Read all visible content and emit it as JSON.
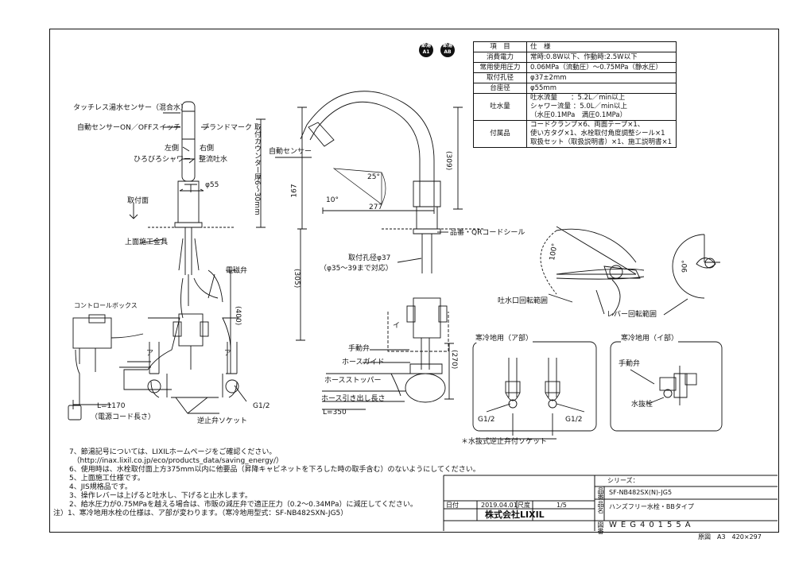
{
  "badges": {
    "a1": "節湯\nA1",
    "ab": "節湯\nAB"
  },
  "spec_table": {
    "header": {
      "item": "項　目",
      "spec": "仕　様"
    },
    "rows": [
      {
        "item": "消費電力",
        "spec": [
          "常時:0.8W以下、作動時:2.5W以下"
        ]
      },
      {
        "item": "常用使用圧力",
        "spec": [
          "0.06MPa（流動圧）～0.75MPa（静水圧）"
        ]
      },
      {
        "item": "取付孔径",
        "spec": [
          "φ37±2mm"
        ]
      },
      {
        "item": "台座径",
        "spec": [
          "φ55mm"
        ]
      },
      {
        "item": "吐水量",
        "spec": [
          "吐水流量　　：5.2L／min以上",
          "シャワー流量 ：5.0L／min以上",
          "（水圧0.1MPa　満圧0.1MPa）"
        ]
      },
      {
        "item": "付属品",
        "spec": [
          "コードクランプ×6、両面テープ×1、",
          "使い方タグ×1、水栓取付角度調整シール×1",
          "取扱セット（取扱説明書）×1、施工説明書×1"
        ]
      }
    ]
  },
  "labels": {
    "touchless_sensor": "タッチレス湯水センサー（混合水）",
    "auto_sensor_switch": "自動センサーON／OFFスイッチ",
    "brand_mark": "ブランドマーク",
    "left_side": "左側",
    "wide_shower": "ひろびろシャワー",
    "right_side": "右側",
    "straight_spout": "整流吐水",
    "phi55": "φ55",
    "counter_thickness": "取付カウンター厚6～30mm",
    "mount_surface": "取付面",
    "top_installer": "上面施工金具",
    "control_box": "コントロールボックス",
    "solenoid_valve": "電磁弁",
    "dim_400": "(400)",
    "a_label_left": "ア",
    "a_label_right": "ア",
    "cord_length": "L=1170",
    "cord_note": "（電源コード長さ）",
    "check_valve_socket": "逆止弁ソケット",
    "g_half_left": "G1/2",
    "auto_sensor": "自動センサー",
    "dim_167": "167",
    "angle_25": "25°",
    "angle_10": "10°",
    "dim_277": "277",
    "dim_309": "(309)",
    "product_qr": "品番・QRコードシール",
    "hole_dia": "取付孔径φ37",
    "hole_range": "（φ35～39まで対応）",
    "dim_305": "(305)",
    "hand_valve": "手動弁",
    "hose_guide": "ホースガイド",
    "hose_stopper": "ホースストッパー",
    "dim_270": "(270)",
    "hose_pull_len": "ホース引き出し長さ",
    "hose_l350": "L=350",
    "a_label_center": "イ",
    "angle_100": "100°",
    "angle_90": "90°",
    "spout_rotation": "吐水口回転範囲",
    "lever_rotation": "レバー回転範囲",
    "cold_a_title": "寒冷地用（ア部）",
    "cold_i_title": "寒冷地用（イ部）",
    "g_half_a1": "G1/2",
    "g_half_a2": "G1/2",
    "hand_valve_i": "手動弁",
    "drain_plug": "水抜栓",
    "drain_socket_note": "＊水抜式逆止弁付ソケット"
  },
  "notes": {
    "prefix": "注）",
    "lines": [
      "7、節湯記号については、LIXILホームページをご確認ください。",
      "　（http://inax.lixil.co.jp/eco/products_data/saving_energy/）",
      "6、使用時は、水栓取付面上方375mm以内に他要品（昇降キャビネットを下ろした時の取手含む）のないようにしてください。",
      "5、上面施工仕様です。",
      "4、JIS規格品です。",
      "3、操作レバーは上げると吐水し、下げると止水します。",
      "2、給水圧力が0.75MPaを越える場合は、市販の減圧弁で適正圧力（0.2～0.34MPa）に減圧してください。",
      "1、寒冷地用水栓の仕様は、ア部が変わります。（寒冷地用型式：SF-NB482SXN-JG5）"
    ]
  },
  "title_block": {
    "series_label": "シリーズ：",
    "model_label": "品番",
    "model": "SF-NB482SX(N)-JG5",
    "name_label": "品名",
    "name": "ハンズフリー水栓・BBタイプ",
    "date_label": "日付",
    "date": "2019.04.01",
    "scale_label": "尺度",
    "scale": "1/5",
    "company": "株式会社LIXIL",
    "drawing_label": "図番",
    "drawing_no": "WEG40155A",
    "original": "原図　A3　420×297"
  }
}
